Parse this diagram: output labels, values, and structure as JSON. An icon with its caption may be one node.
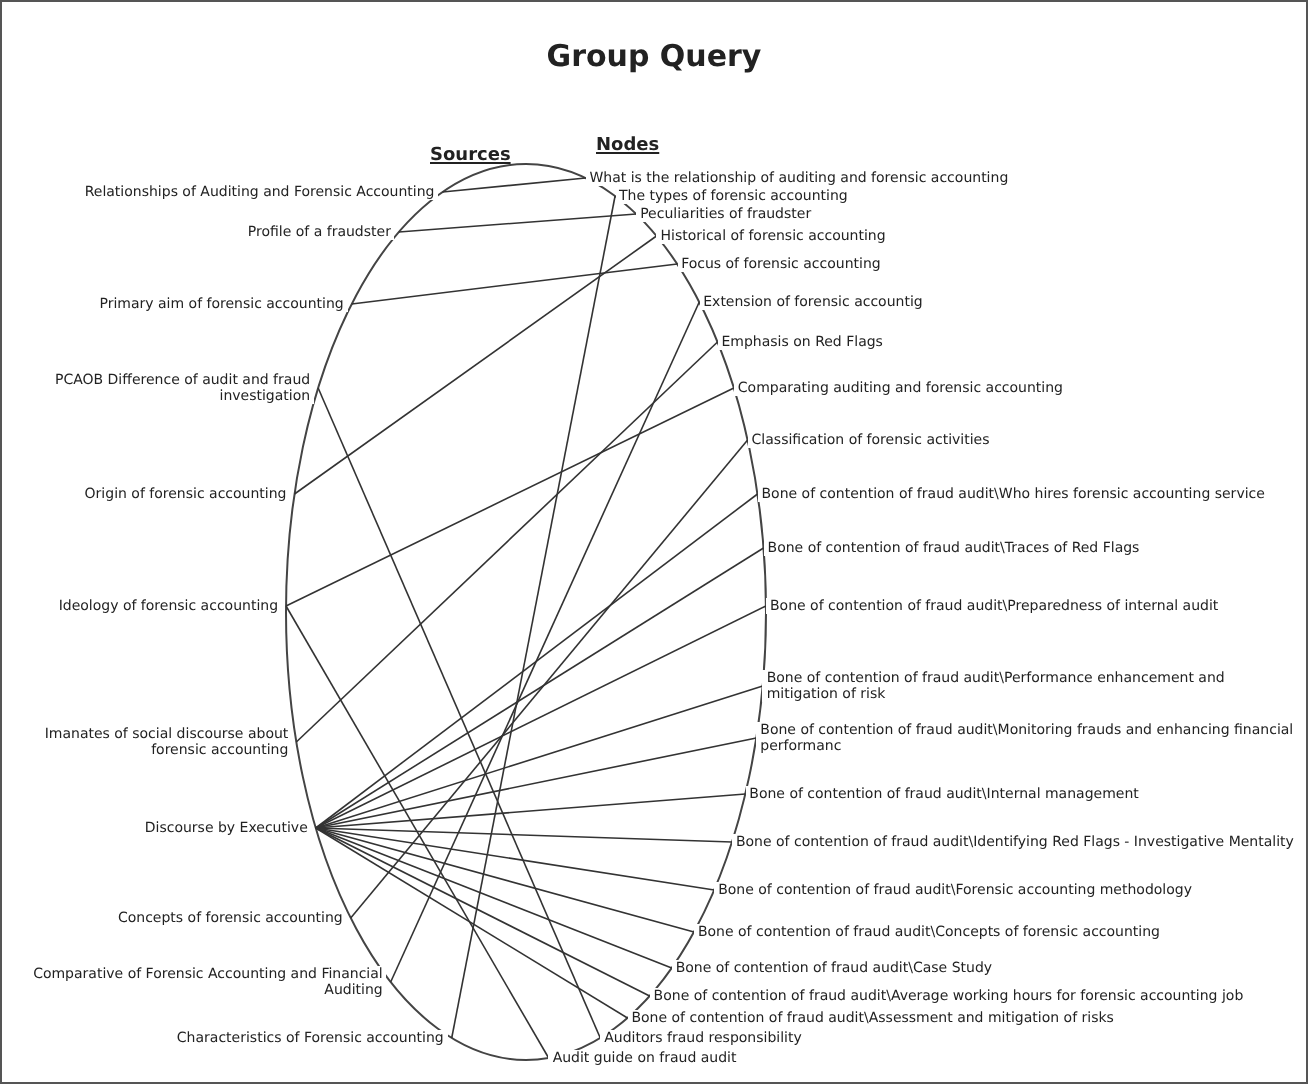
{
  "diagram": {
    "title": "Group Query",
    "nodes": [
      {
        "text": [
          "Relationships of Auditing and Forensic Accounting"
        ]
      },
      {
        "text": [
          "Profile of a fraudster"
        ]
      },
      {
        "text": [
          "Primary aim of forensic accounting"
        ]
      },
      {
        "text": [
          "PCAOB Difference of audit and fraud investigation"
        ]
      },
      {
        "text": [
          "Origin of forensic accounting"
        ]
      },
      {
        "text": [
          "Ideology of forensic accounting"
        ]
      },
      {
        "text": [
          "Imanates of social discourse about forensic accounting"
        ]
      },
      {
        "text": [
          "Discourse by Executive"
        ]
      },
      {
        "text": [
          "Concepts of forensic accounting"
        ]
      },
      {
        "text": [
          "Comparative of Forensic Accounting and Financial Auditing"
        ]
      },
      {
        "text": [
          "Characteristics of Forensic accounting"
        ]
      },
      {
        "text": [
          "What is the relationship of auditing and forensic accounting"
        ]
      },
      {
        "text": [
          "The types of forensic accounting"
        ]
      },
      {
        "text": [
          "Peculiarities of fraudster"
        ]
      },
      {
        "text": [
          "Historical of forensic accounting"
        ]
      },
      {
        "text": [
          "Focus of forensic accounting"
        ]
      },
      {
        "text": [
          "Extension of forensic accountig"
        ]
      },
      {
        "text": [
          "Emphasis on Red Flags"
        ]
      },
      {
        "text": [
          "Comparating auditing and forensic accounting"
        ]
      },
      {
        "text": [
          "Classification of forensic activities"
        ]
      },
      {
        "text": [
          "Bone of contention of fraud audit\\Who hires forensic accounting service"
        ]
      },
      {
        "text": [
          "Bone of contention of fraud audit\\Traces of Red Flags"
        ]
      },
      {
        "text": [
          "Bone of contention of fraud audit\\Preparedness of internal audit"
        ]
      },
      {
        "text": [
          "Bone of contention of fraud audit\\Performance enhancement and mitigation of risk"
        ]
      },
      {
        "text": [
          "Bone of contention of fraud audit\\Monitoring frauds and enhancing financial performanc"
        ]
      },
      {
        "text": [
          "Bone of contention of fraud audit\\Internal management"
        ]
      },
      {
        "text": [
          "Bone of contention of fraud audit\\Identifying Red Flags - Investigative Mentality"
        ]
      },
      {
        "text": [
          "Bone of contention of fraud audit\\Forensic accounting methodology"
        ]
      },
      {
        "text": [
          "Bone of contention of fraud audit\\Concepts of forensic accounting"
        ]
      },
      {
        "text": [
          "Bone of contention of fraud audit\\Case Study"
        ]
      },
      {
        "text": [
          "Bone of contention of fraud audit\\Average working hours for forensic accounting job"
        ]
      },
      {
        "text": [
          "Bone of contention of fraud audit\\Assessment and mitigation of risks"
        ]
      },
      {
        "text": [
          "Auditors fraud responsibility"
        ]
      },
      {
        "text": [
          "Audit guide on fraud audit"
        ]
      }
    ],
    "edges": [
      {
        "from": 0,
        "to": 11,
        "arrow": "none"
      },
      {
        "from": 1,
        "to": 13,
        "arrow": "none"
      },
      {
        "from": 2,
        "to": 15,
        "arrow": "none"
      },
      {
        "from": 3,
        "to": 32,
        "arrow": "none"
      },
      {
        "from": 4,
        "to": 14,
        "arrow": "none"
      },
      {
        "from": 5,
        "to": 18,
        "arrow": "none"
      },
      {
        "from": 5,
        "to": 33,
        "arrow": "none"
      },
      {
        "from": 6,
        "to": 17,
        "arrow": "none"
      },
      {
        "from": 7,
        "to": 20,
        "arrow": "none"
      },
      {
        "from": 7,
        "to": 21,
        "arrow": "none"
      },
      {
        "from": 7,
        "to": 22,
        "arrow": "none"
      },
      {
        "from": 7,
        "to": 23,
        "arrow": "none"
      },
      {
        "from": 7,
        "to": 24,
        "arrow": "none"
      },
      {
        "from": 7,
        "to": 25,
        "arrow": "none"
      },
      {
        "from": 7,
        "to": 26,
        "arrow": "none"
      },
      {
        "from": 7,
        "to": 27,
        "arrow": "none"
      },
      {
        "from": 7,
        "to": 28,
        "arrow": "none"
      },
      {
        "from": 7,
        "to": 29,
        "arrow": "none"
      },
      {
        "from": 7,
        "to": 30,
        "arrow": "none"
      },
      {
        "from": 7,
        "to": 31,
        "arrow": "none"
      },
      {
        "from": 8,
        "to": 19,
        "arrow": "none"
      },
      {
        "from": 9,
        "to": 16,
        "arrow": "none"
      },
      {
        "from": 10,
        "to": 12,
        "arrow": "none"
      }
    ],
    "labels": [
      "Sources",
      "Nodes"
    ]
  }
}
